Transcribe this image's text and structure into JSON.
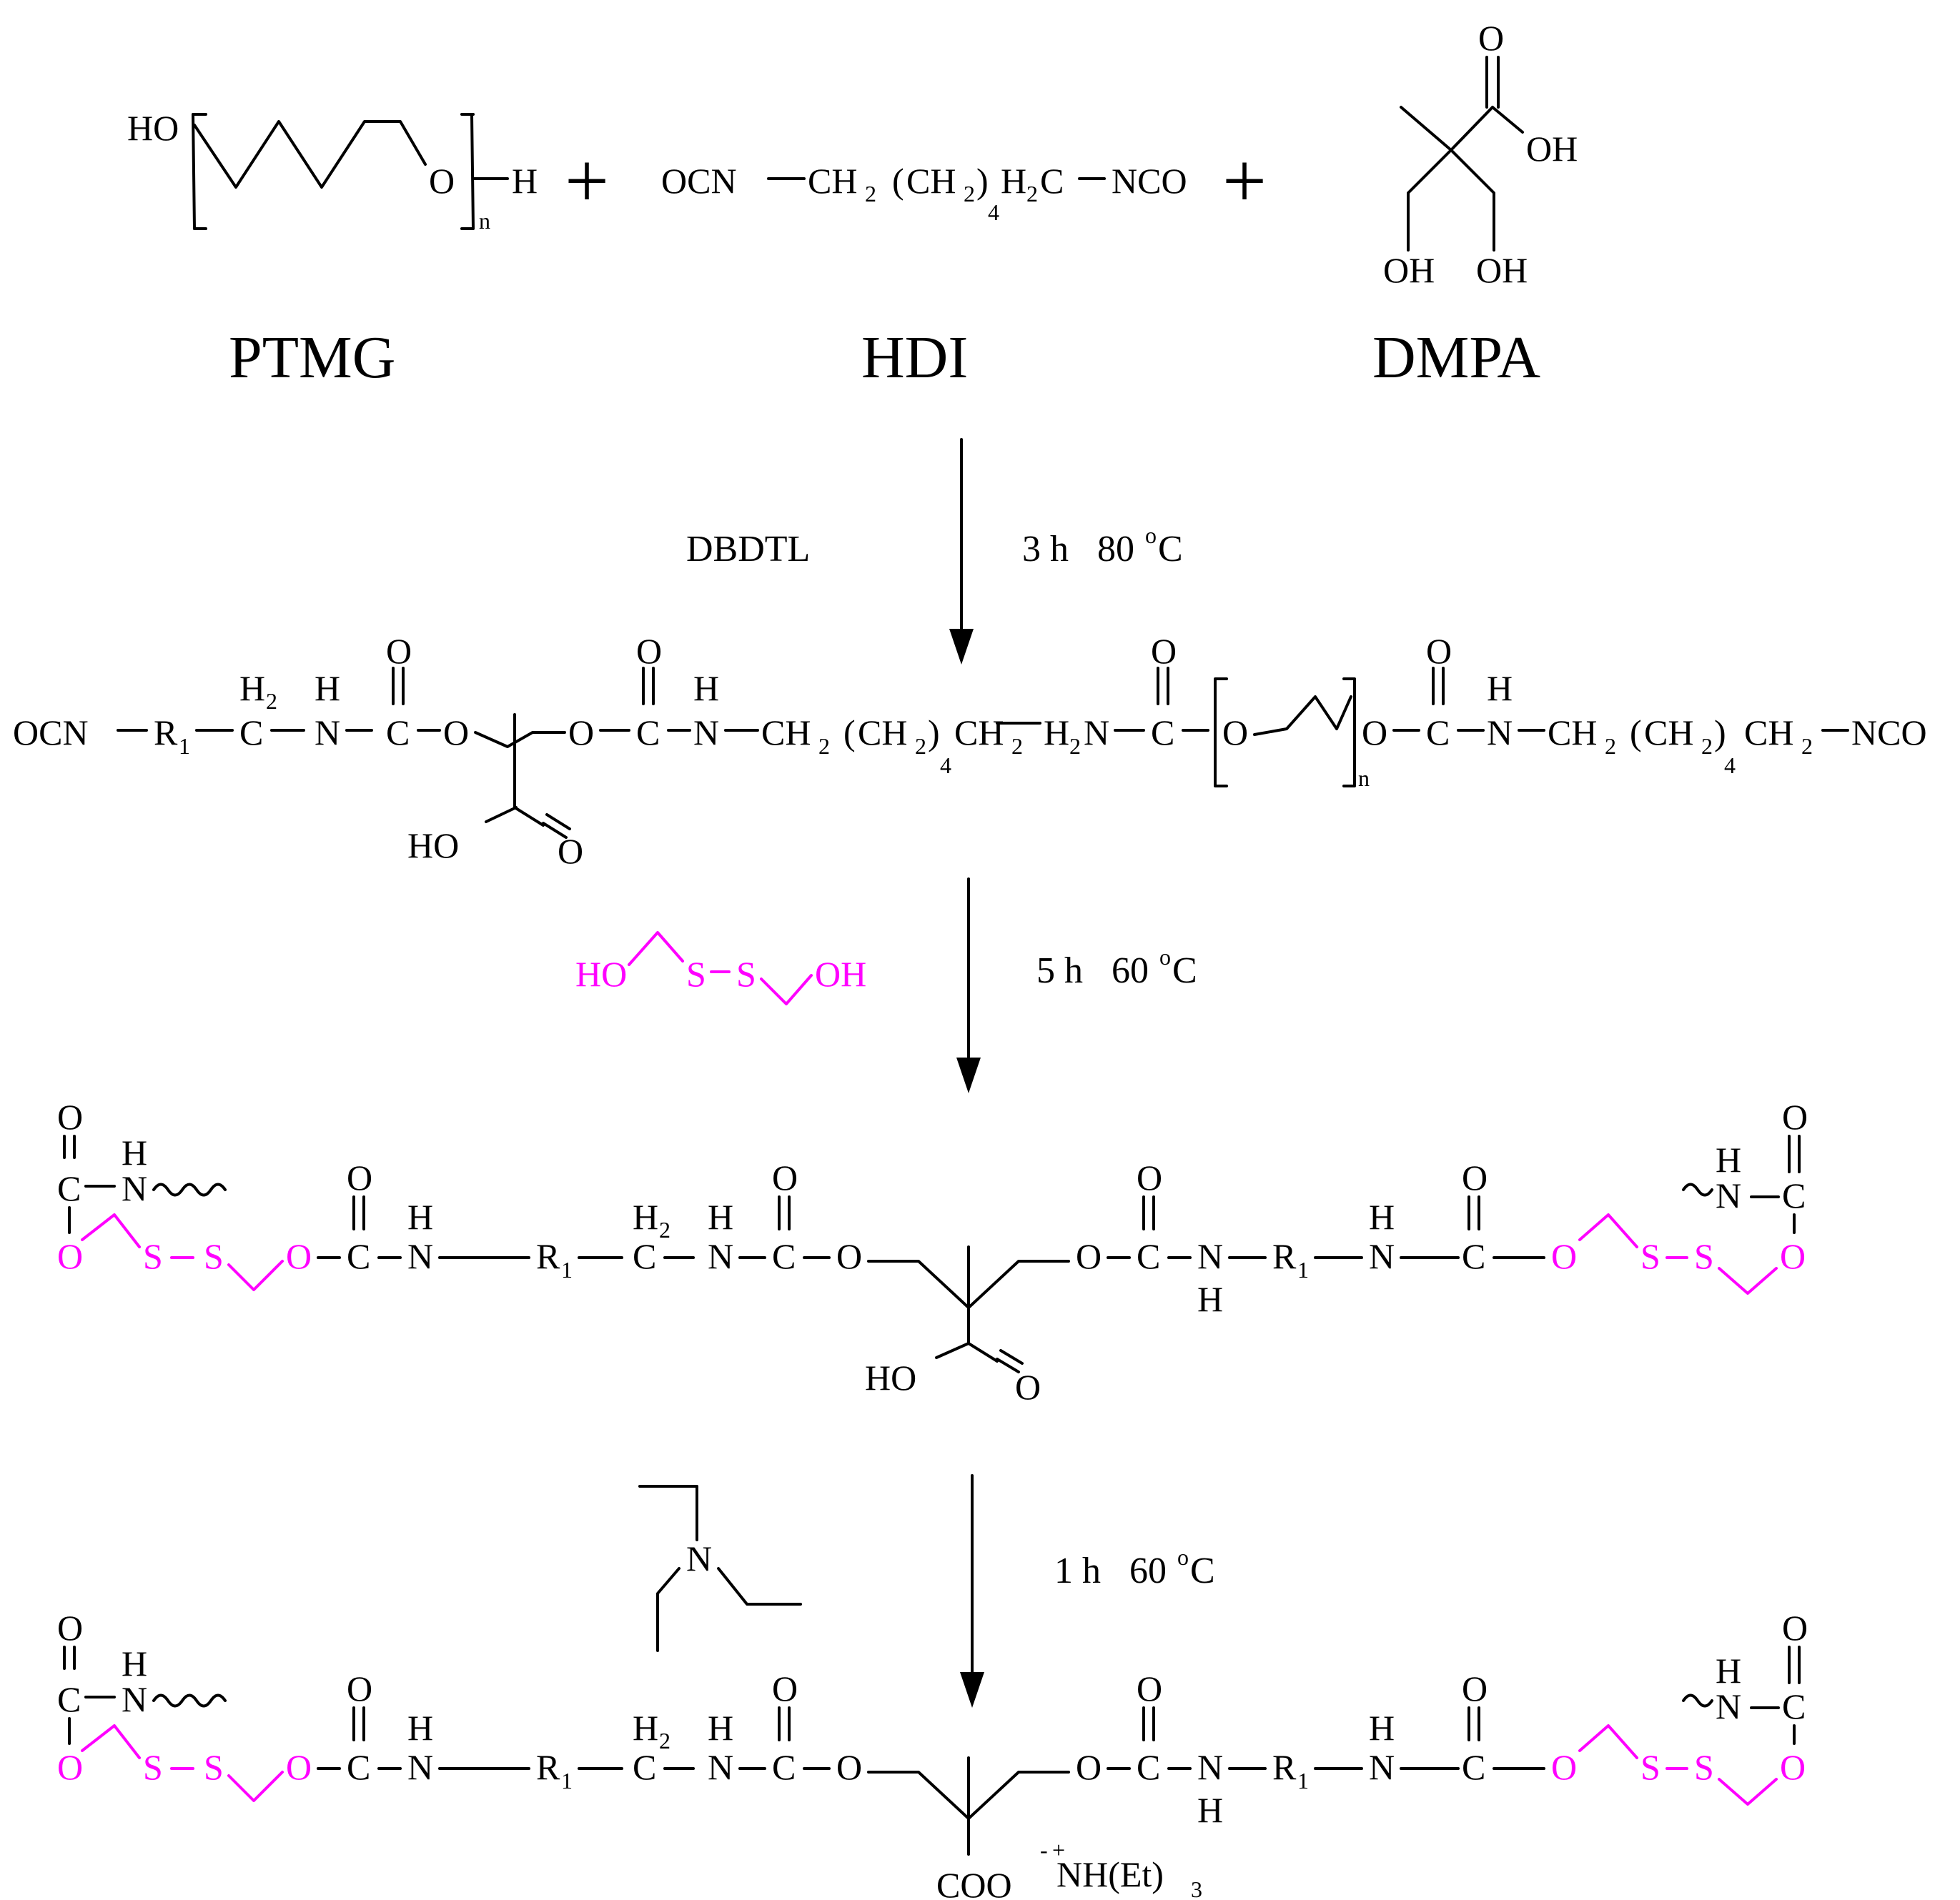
{
  "colors": {
    "ink": "#000000",
    "accent": "#ff00ff",
    "background": "#ffffff"
  },
  "reactants": {
    "ptmg_label": "PTMG",
    "hdi_label": "HDI",
    "dmpa_label": "DMPA",
    "ptmg": {
      "ho": "HO",
      "o": "O",
      "h": "H",
      "n": "n"
    },
    "hdi": {
      "ocn": "OCN",
      "ch2": "CH",
      "two": "2",
      "paren_open": "(",
      "ch2_inner": "CH",
      "paren_close": ")",
      "four": "4",
      "h2c": "H",
      "c": "C",
      "nco": "NCO"
    },
    "dmpa": {
      "o": "O",
      "oh": "OH",
      "oh_left": "OH",
      "oh_right": "OH"
    },
    "plus": "+"
  },
  "steps": [
    {
      "reagent": "DBDTL",
      "time": "3 h",
      "temp": "80",
      "deg": "o",
      "unit": "C"
    },
    {
      "reagent_ho": "HO",
      "reagent_s": "S",
      "reagent_oh": "OH",
      "time": "5 h",
      "temp": "60",
      "deg": "o",
      "unit": "C"
    },
    {
      "reagent_n": "N",
      "time": "1 h",
      "temp": "60",
      "deg": "o",
      "unit": "C"
    }
  ],
  "atoms": {
    "ocn": "OCN",
    "nco": "NCO",
    "r": "R",
    "r_sub": "1",
    "c": "C",
    "h": "H",
    "n": "N",
    "o": "O",
    "s": "S",
    "h2": "H",
    "two": "2",
    "four": "4",
    "ch": "CH",
    "h2n": "H",
    "n_sub": "n",
    "ho": "HO",
    "coo": "COO",
    "minus": "-",
    "plus": "+",
    "nh": "NH(Et)",
    "three": "3"
  }
}
